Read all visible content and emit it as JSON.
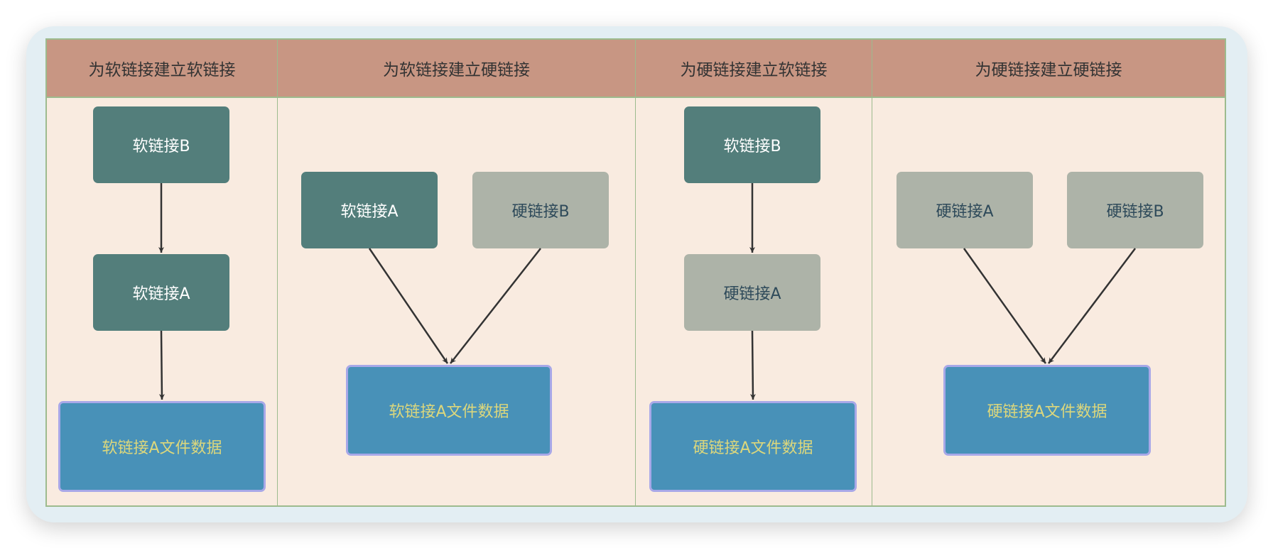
{
  "lanes": [
    {
      "title": "为软链接建立软链接",
      "nodes": [
        "软链接B",
        "软链接A",
        "软链接A文件数据"
      ]
    },
    {
      "title": "为软链接建立硬链接",
      "nodes": [
        "软链接A",
        "硬链接B",
        "软链接A文件数据"
      ]
    },
    {
      "title": "为硬链接建立软链接",
      "nodes": [
        "软链接B",
        "硬链接A",
        "硬链接A文件数据"
      ]
    },
    {
      "title": "为硬链接建立硬链接",
      "nodes": [
        "硬链接A",
        "硬链接B",
        "硬链接A文件数据"
      ]
    }
  ],
  "colors": {
    "header": "#c89683",
    "lane_bg": "#f9ebe0",
    "soft_link": "#537e7b",
    "hard_link": "#adb3a8",
    "file_data": "#4891b8"
  }
}
